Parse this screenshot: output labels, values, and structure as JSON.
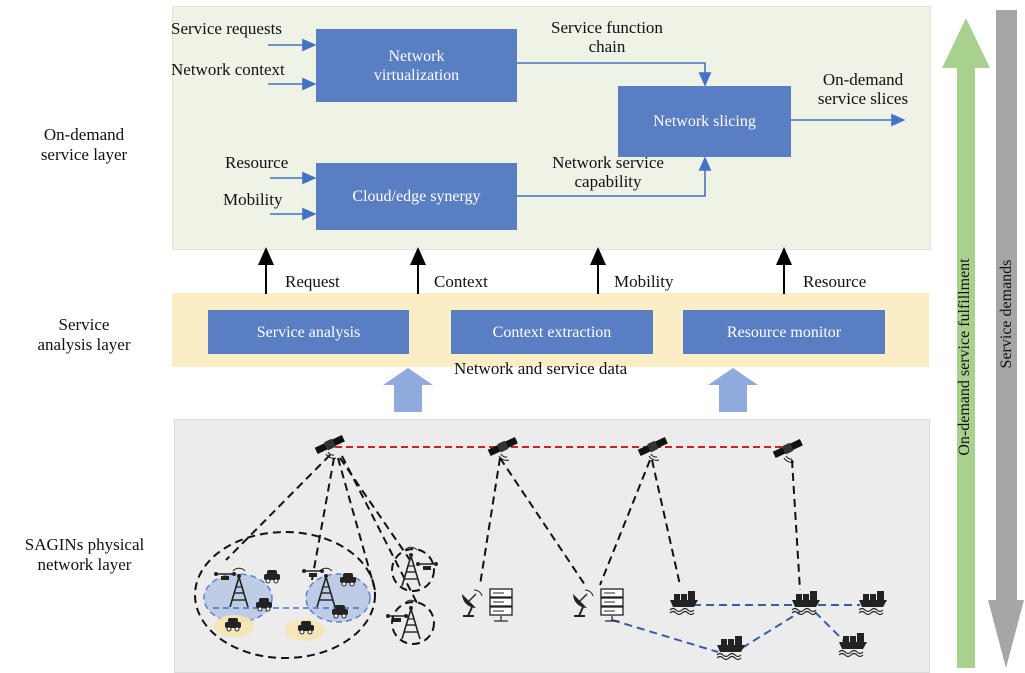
{
  "layers": {
    "on_demand": "On-demand\nservice layer",
    "analysis": "Service\nanalysis layer",
    "physical": "SAGINs physical\nnetwork layer"
  },
  "top": {
    "inputs": {
      "service_requests": "Service requests",
      "network_context": "Network context",
      "resource": "Resource",
      "mobility": "Mobility"
    },
    "boxes": {
      "network_virtualization": "Network\nvirtualization",
      "cloud_edge_synergy": "Cloud/edge synergy",
      "network_slicing": "Network slicing"
    },
    "labels": {
      "service_function_chain": "Service function\nchain",
      "network_service_capability": "Network service\ncapability",
      "on_demand_service_slices": "On-demand\nservice slices"
    }
  },
  "between": {
    "request": "Request",
    "context": "Context",
    "mobility": "Mobility",
    "resource": "Resource"
  },
  "analysis": {
    "service_analysis": "Service analysis",
    "context_extraction": "Context extraction",
    "resource_monitor": "Resource monitor"
  },
  "data_label": "Network and service data",
  "side": {
    "fulfillment": "On-demand service fulfillment",
    "demands": "Service demands"
  },
  "colors": {
    "box_blue": "#5a7ec2",
    "arrow_blue": "#4472c4",
    "green_arrow": "#a9d18e",
    "gray_arrow": "#a6a6a6",
    "top_panel": "#eef3e6",
    "mid_panel": "#fbeec4",
    "bottom_panel": "#ececec",
    "satellite_link": "#d22020",
    "ship_link": "#3a5ba8"
  }
}
